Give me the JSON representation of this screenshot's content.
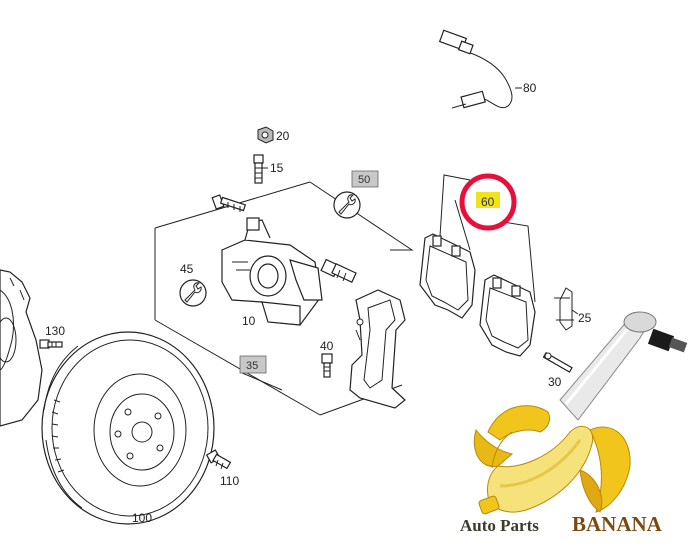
{
  "callouts": {
    "c10": "10",
    "c15": "15",
    "c20": "20",
    "c25": "25",
    "c30": "30",
    "c35": "35",
    "c40": "40",
    "c45": "45",
    "c50": "50",
    "c60": "60",
    "c80": "80",
    "c100": "100",
    "c110": "110",
    "c130": "130"
  },
  "watermark": {
    "brand_prefix": "Auto Parts",
    "brand_name": "BANANA"
  },
  "colors": {
    "highlight_circle": "#e8103a",
    "highlight_fill": "#f2e21a",
    "label_box": "#c8c8c8",
    "banana_yellow": "#f2c51c",
    "brand_text": "#7a4a12",
    "brand_prefix_text": "#3b3b2b"
  }
}
